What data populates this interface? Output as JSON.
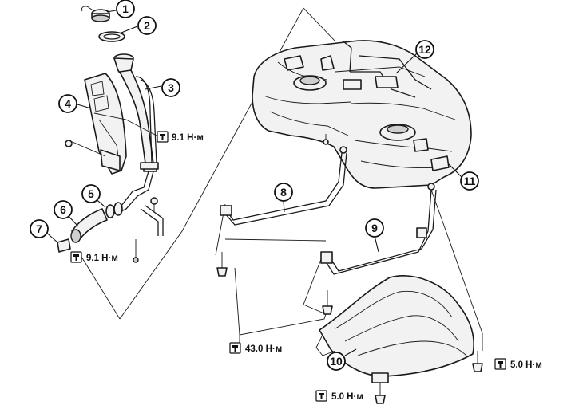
{
  "callouts": [
    {
      "id": "1",
      "label": "1"
    },
    {
      "id": "2",
      "label": "2"
    },
    {
      "id": "3",
      "label": "3"
    },
    {
      "id": "4",
      "label": "4"
    },
    {
      "id": "5",
      "label": "5"
    },
    {
      "id": "6",
      "label": "6"
    },
    {
      "id": "7",
      "label": "7"
    },
    {
      "id": "8",
      "label": "8"
    },
    {
      "id": "9",
      "label": "9"
    },
    {
      "id": "10",
      "label": "10"
    },
    {
      "id": "11",
      "label": "11"
    },
    {
      "id": "12",
      "label": "12"
    }
  ],
  "torques": [
    {
      "id": "filler-tube",
      "value": "9.1 Н·м"
    },
    {
      "id": "filler-hose",
      "value": "9.1 Н·м"
    },
    {
      "id": "tank-band",
      "value": "43.0 Н·м"
    },
    {
      "id": "shield-right",
      "value": "5.0 Н·м"
    },
    {
      "id": "shield-bottom",
      "value": "5.0 Н·м"
    }
  ],
  "icons": {
    "torque": "torque-wrench-icon"
  }
}
